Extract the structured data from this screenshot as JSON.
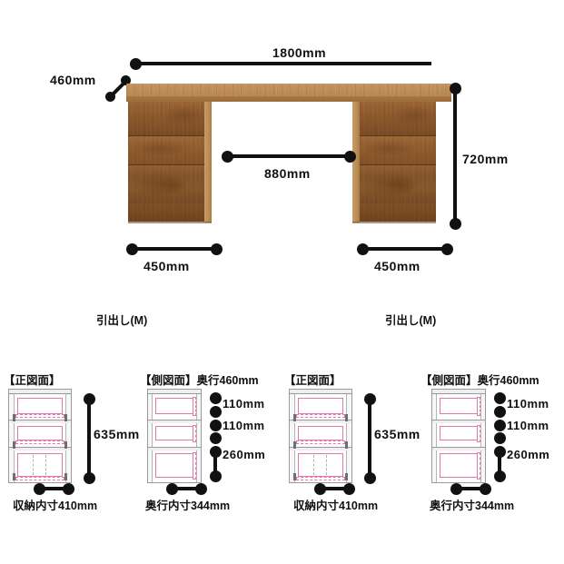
{
  "main_diagram": {
    "dimensions": {
      "width": "1800mm",
      "depth": "460mm",
      "height": "720mm",
      "knee_space": "880mm",
      "pedestal_left_width": "450mm",
      "pedestal_right_width": "450mm"
    },
    "captions": {
      "left_drawer": "引出し(M)",
      "right_drawer": "引出し(M)"
    }
  },
  "detail_panels": [
    {
      "id": "front-left",
      "title": "【正図面】",
      "height_label": "635mm",
      "bottom_caption": "収納内寸410mm",
      "view": "front"
    },
    {
      "id": "side-left",
      "title": "【側図面】奥行460mm",
      "drawer_heights": [
        "110mm",
        "110mm",
        "260mm"
      ],
      "bottom_caption": "奥行内寸344mm",
      "view": "side"
    },
    {
      "id": "front-right",
      "title": "【正図面】",
      "height_label": "635mm",
      "bottom_caption": "収納内寸410mm",
      "view": "front"
    },
    {
      "id": "side-right",
      "title": "【側図面】奥行460mm",
      "drawer_heights": [
        "110mm",
        "110mm",
        "260mm"
      ],
      "bottom_caption": "奥行内寸344mm",
      "view": "side"
    }
  ],
  "colors": {
    "background": "#ffffff",
    "dimension_line": "#111111",
    "wood_light": "#c59662",
    "wood_mid": "#9a6434",
    "wood_dark": "#7a4b24",
    "pink_accent": "#e774ab",
    "outline_gray": "#9a9a9a"
  }
}
